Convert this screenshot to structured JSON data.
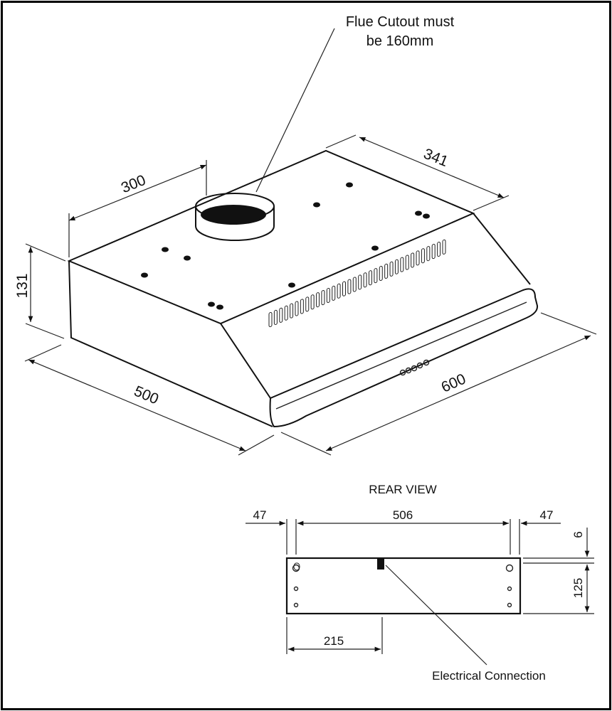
{
  "flue_note": [
    "Flue Cutout must",
    "be 160mm"
  ],
  "dimensions": {
    "width_top": "300",
    "depth_top": "341",
    "height": "131",
    "depth": "500",
    "width": "600"
  },
  "rear_view": {
    "title": "REAR VIEW",
    "left_offset": "47",
    "hole_spacing": "506",
    "right_offset": "47",
    "top_gap": "6",
    "height": "125",
    "connection_offset": "215",
    "connection_label": "Electrical Connection"
  }
}
